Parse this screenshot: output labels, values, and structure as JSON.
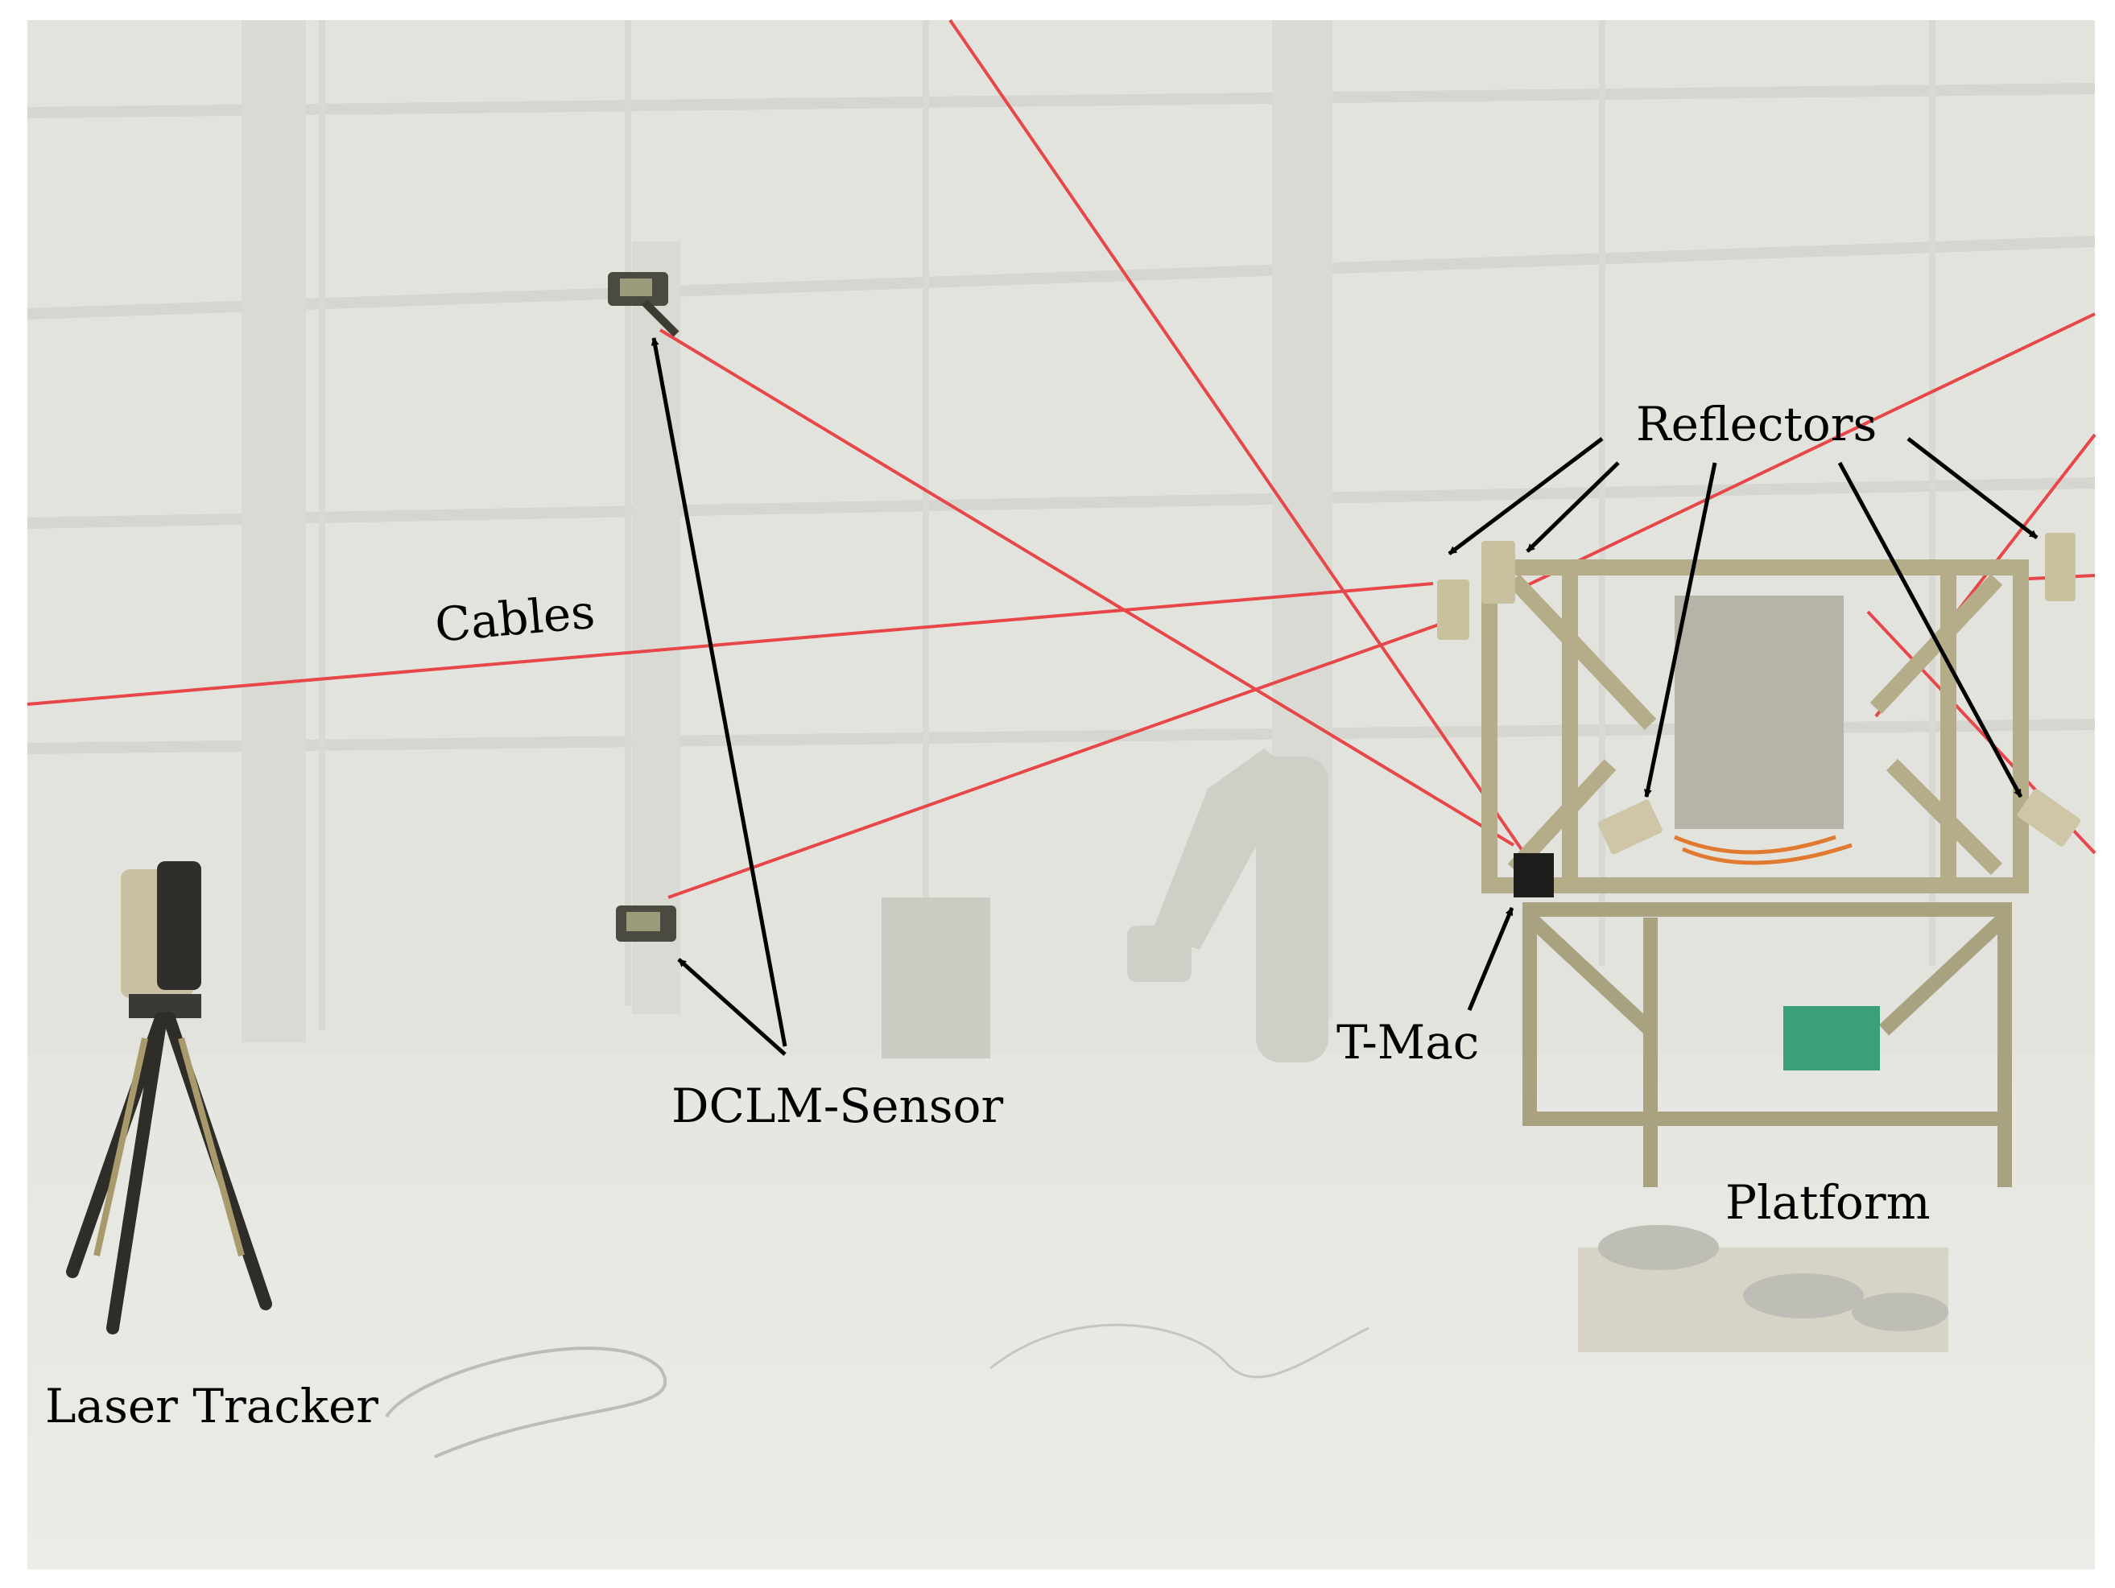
{
  "labels": {
    "cables": "Cables",
    "reflectors": "Reflectors",
    "dclm_sensor": "DCLM-Sensor",
    "t_mac": "T-Mac",
    "platform": "Platform",
    "laser_tracker": "Laser Tracker"
  },
  "colors": {
    "background_haze": "#e4e4df",
    "cable_red": "#e8474a",
    "frame_khaki": "#b5ad8a",
    "arrow": "#000000"
  }
}
